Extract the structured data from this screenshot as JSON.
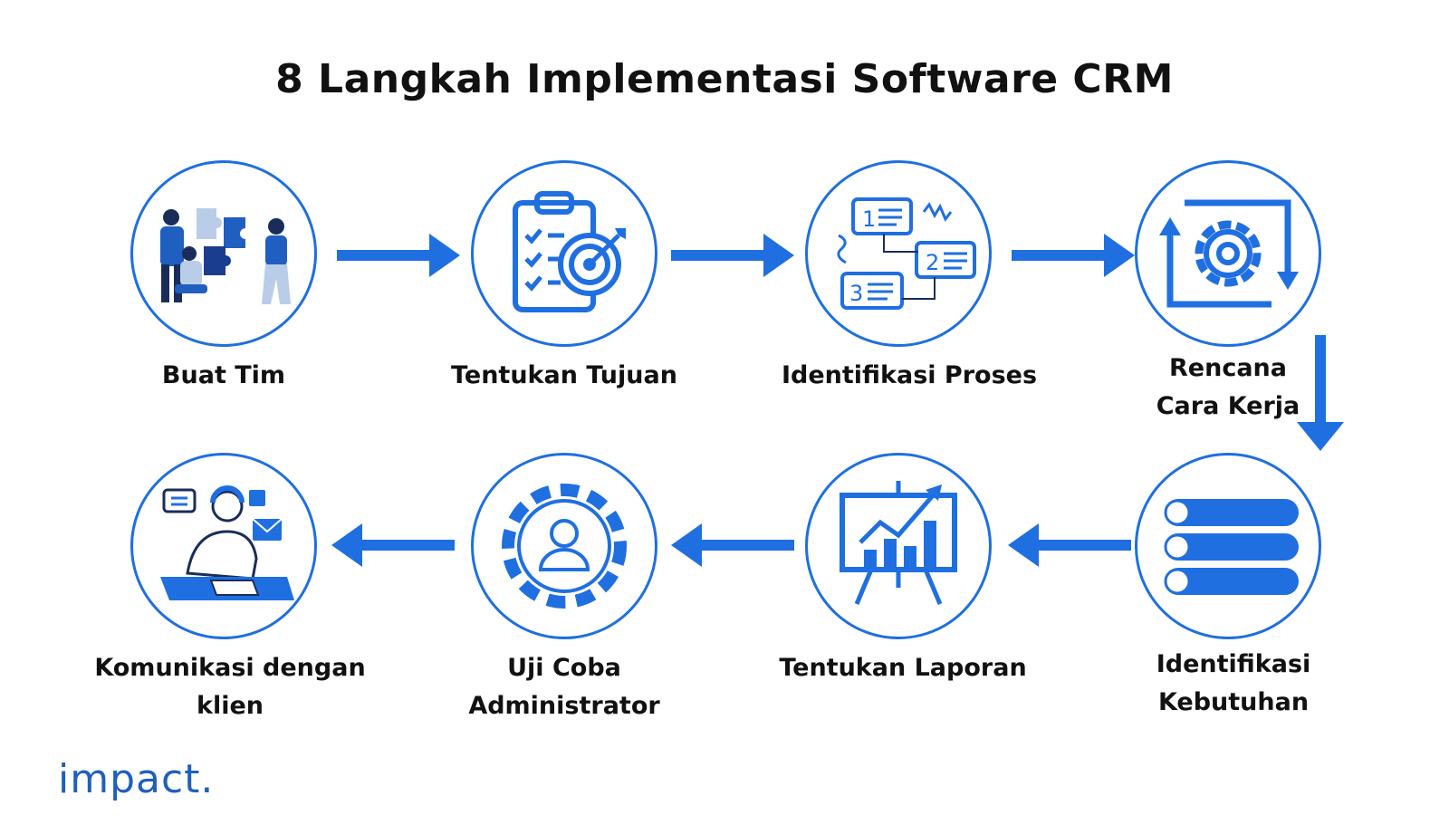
{
  "title": "8 Langkah Implementasi Software CRM",
  "accent_color": "#1f6fe0",
  "steps": [
    {
      "label": "Buat Tim",
      "icon": "team-puzzle-icon"
    },
    {
      "label": "Tentukan Tujuan",
      "icon": "clipboard-target-icon"
    },
    {
      "label": "Identifikasi Proses",
      "icon": "process-flow-icon"
    },
    {
      "label": "Rencana\nCara Kerja",
      "icon": "gear-cycle-icon"
    },
    {
      "label": "Identifikasi\nKebutuhan",
      "icon": "list-toggles-icon"
    },
    {
      "label": "Tentukan Laporan",
      "icon": "chart-board-icon"
    },
    {
      "label": "Uji Coba\nAdministrator",
      "icon": "gear-user-icon"
    },
    {
      "label": "Komunikasi dengan\nklien",
      "icon": "support-agent-icon"
    }
  ],
  "brand": "impact."
}
